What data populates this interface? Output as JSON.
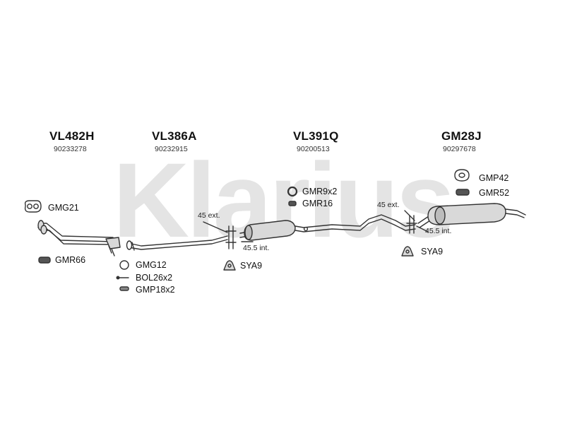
{
  "watermark": "Klarius",
  "colors": {
    "watermark": "#e4e4e4",
    "line": "#333333",
    "part_fill": "#d9d9d9",
    "text": "#111111"
  },
  "sections": [
    {
      "code": "VL482H",
      "number": "90233278"
    },
    {
      "code": "VL386A",
      "number": "90232915"
    },
    {
      "code": "VL391Q",
      "number": "90200513"
    },
    {
      "code": "GM28J",
      "number": "90297678"
    }
  ],
  "parts": {
    "gmg21": "GMG21",
    "gmr66": "GMR66",
    "gmg12": "GMG12",
    "bol26x2": "BOL26x2",
    "gmp18x2": "GMP18x2",
    "gmr9x2": "GMR9x2",
    "gmr16": "GMR16",
    "sya9_mid": "SYA9",
    "gmp42": "GMP42",
    "gmr52": "GMR52",
    "sya9_rear": "SYA9"
  },
  "dimensions": {
    "ext_1": "45 ext.",
    "int_1": "45.5 int.",
    "ext_2": "45 ext.",
    "int_2": "45.5 int."
  }
}
